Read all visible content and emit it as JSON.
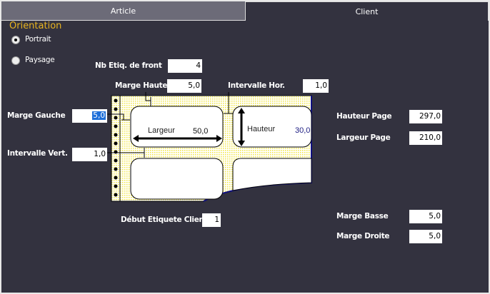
{
  "tabs": [
    {
      "label": "Article",
      "active": false
    },
    {
      "label": "Client",
      "active": true
    }
  ],
  "orientation": {
    "title": "Orientation",
    "options": [
      {
        "label": "Portrait",
        "selected": true
      },
      {
        "label": "Paysage",
        "selected": false
      }
    ]
  },
  "fields": {
    "nb_etiq": {
      "label": "Nb Etiq. de front",
      "value": "4"
    },
    "marge_haute": {
      "label": "Marge Haute",
      "value": "5,0"
    },
    "intervalle_hor": {
      "label": "Intervalle Hor.",
      "value": "1,0"
    },
    "marge_gauche": {
      "label": "Marge Gauche",
      "value": "5,0"
    },
    "intervalle_vert": {
      "label": "Intervalle Vert.",
      "value": "1,0"
    },
    "hauteur_page": {
      "label": "Hauteur Page",
      "value": "297,0"
    },
    "largeur_page": {
      "label": "Largeur Page",
      "value": "210,0"
    },
    "marge_basse": {
      "label": "Marge Basse",
      "value": "5,0"
    },
    "marge_droite": {
      "label": "Marge Droite",
      "value": "5,0"
    },
    "debut": {
      "label": "Début Etiquete Client",
      "value": "1"
    }
  },
  "diagram": {
    "largeur_label": "Largeur",
    "largeur_value": "50,0",
    "hauteur_label": "Hauteur",
    "hauteur_value": "30,0"
  },
  "colors": {
    "background": "#33323f",
    "accent": "#e8b420",
    "paper": "#fffbd0"
  }
}
